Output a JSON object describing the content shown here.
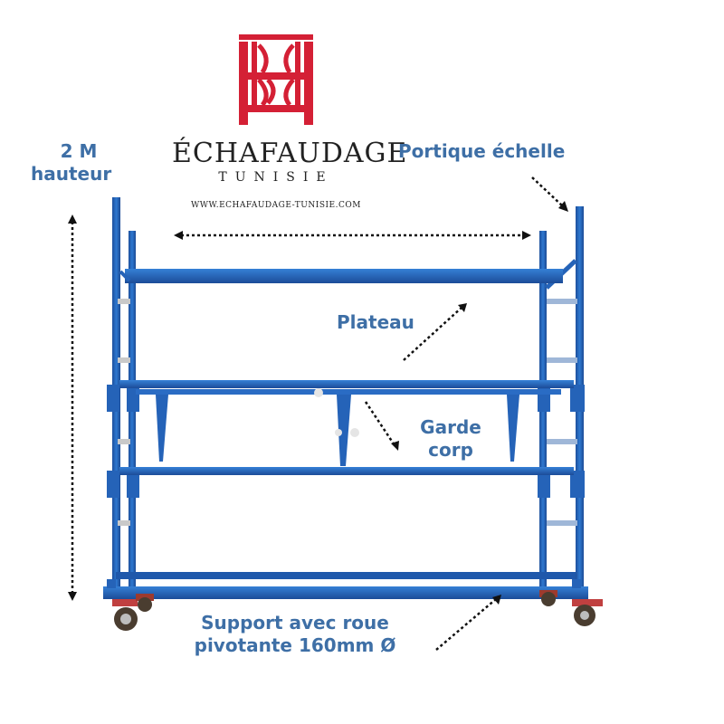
{
  "brand": {
    "name": "ÉCHAFAUDAGE",
    "subtitle": "TUNISIE",
    "url": "WWW.ECHAFAUDAGE-TUNISIE.COM"
  },
  "labels": {
    "height_line1": "2 M",
    "height_line2": "hauteur",
    "portique": "Portique échelle",
    "plateau": "Plateau",
    "garde_line1": "Garde",
    "garde_line2": "corp",
    "support_line1": "Support avec roue",
    "support_line2": "pivotante 160mm Ø"
  },
  "colors": {
    "scaffold_blue": "#2563b8",
    "label_blue": "#3e6fa6",
    "logo_red": "#d42035"
  },
  "icons": {
    "logo": "scaffold-logo-icon",
    "arrow": "dotted-arrow-icon"
  }
}
